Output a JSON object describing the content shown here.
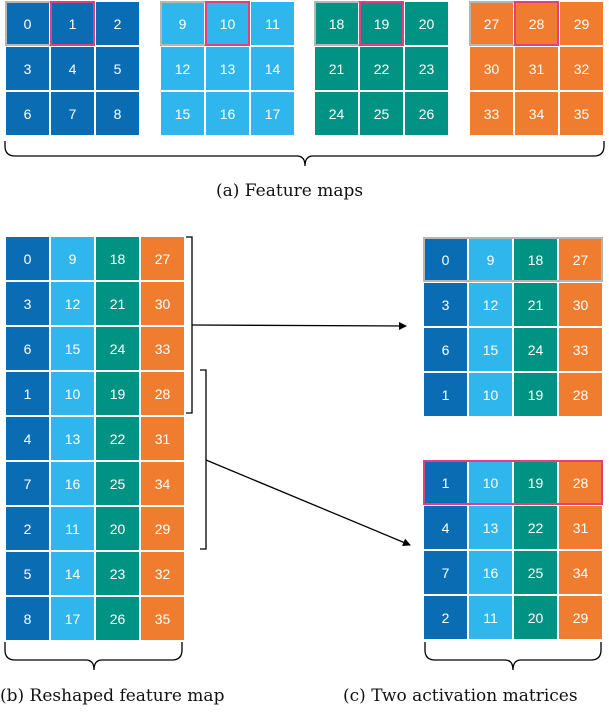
{
  "colors": {
    "dark_blue": "#0a6db3",
    "light_blue": "#2fb6ec",
    "teal": "#009283",
    "orange": "#f07d2f",
    "gray_highlight": "#b5b5b5",
    "pink_highlight": "#e0407f"
  },
  "feature_maps": [
    {
      "values": [
        "0",
        "1",
        "2",
        "3",
        "4",
        "5",
        "6",
        "7",
        "8"
      ]
    },
    {
      "values": [
        "9",
        "10",
        "11",
        "12",
        "13",
        "14",
        "15",
        "16",
        "17"
      ]
    },
    {
      "values": [
        "18",
        "19",
        "20",
        "21",
        "22",
        "23",
        "24",
        "25",
        "26"
      ]
    },
    {
      "values": [
        "27",
        "28",
        "29",
        "30",
        "31",
        "32",
        "33",
        "34",
        "35"
      ]
    }
  ],
  "reshaped": {
    "rows": [
      [
        "0",
        "9",
        "18",
        "27"
      ],
      [
        "3",
        "12",
        "21",
        "30"
      ],
      [
        "6",
        "15",
        "24",
        "33"
      ],
      [
        "1",
        "10",
        "19",
        "28"
      ],
      [
        "4",
        "13",
        "22",
        "31"
      ],
      [
        "7",
        "16",
        "25",
        "34"
      ],
      [
        "2",
        "11",
        "20",
        "29"
      ],
      [
        "5",
        "14",
        "23",
        "32"
      ],
      [
        "8",
        "17",
        "26",
        "35"
      ]
    ]
  },
  "activation_matrices": [
    {
      "rows": [
        [
          "0",
          "9",
          "18",
          "27"
        ],
        [
          "3",
          "12",
          "21",
          "30"
        ],
        [
          "6",
          "15",
          "24",
          "33"
        ],
        [
          "1",
          "10",
          "19",
          "28"
        ]
      ]
    },
    {
      "rows": [
        [
          "1",
          "10",
          "19",
          "28"
        ],
        [
          "4",
          "13",
          "22",
          "31"
        ],
        [
          "7",
          "16",
          "25",
          "34"
        ],
        [
          "2",
          "11",
          "20",
          "29"
        ]
      ]
    }
  ],
  "captions": {
    "a": "(a) Feature maps",
    "b": "(b) Reshaped feature map",
    "c": "(c) Two activation matrices"
  }
}
